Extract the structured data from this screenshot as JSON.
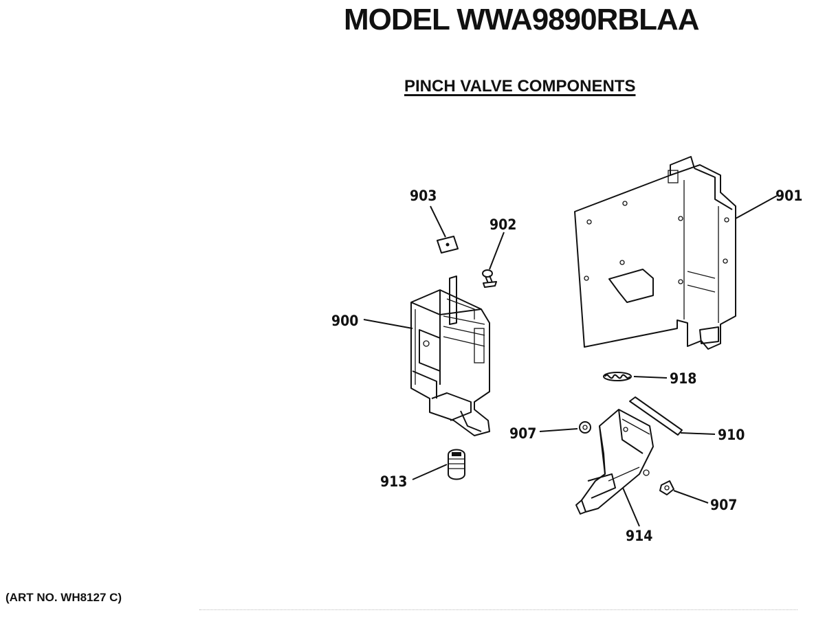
{
  "header": {
    "model_title": "MODEL WWA9890RBLAA",
    "section_title": "PINCH VALVE COMPONENTS"
  },
  "footer": {
    "art_number": "(ART NO. WH8127 C)"
  },
  "callouts": {
    "c903": "903",
    "c902": "902",
    "c900": "900",
    "c901": "901",
    "c918": "918",
    "c907_upper": "907",
    "c910": "910",
    "c913": "913",
    "c907_lower": "907",
    "c914": "914"
  }
}
